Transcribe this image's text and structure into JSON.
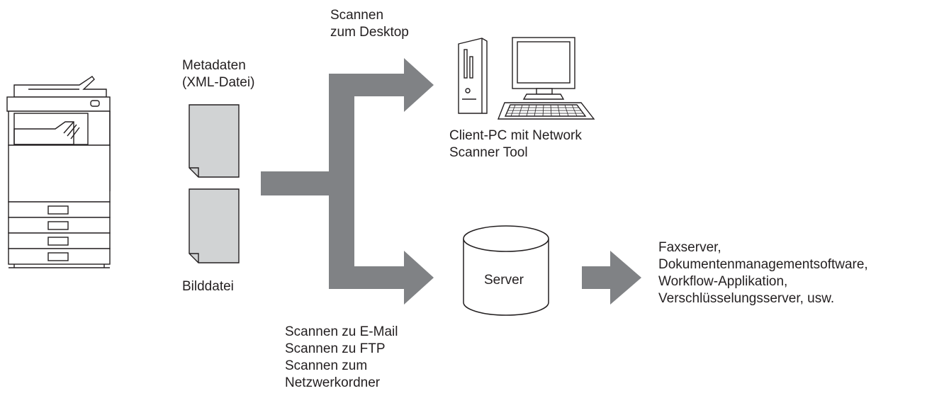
{
  "labels": {
    "desktop": [
      "Scannen",
      "zum Desktop"
    ],
    "metadata": [
      "Metadaten",
      "(XML-Datei)"
    ],
    "image_file": "Bilddatei",
    "client_pc": [
      "Client-PC mit Network",
      "Scanner Tool"
    ],
    "server": "Server",
    "scan_destinations": [
      "Scannen zu E-Mail",
      "Scannen zu FTP",
      "Scannen zum",
      "Netzwerkordner"
    ],
    "server_targets": [
      "Faxserver,",
      "Dokumentenmanagementsoftware,",
      "Workflow-Applikation,",
      "Verschlüsselungsserver, usw."
    ]
  },
  "colors": {
    "arrow": "#808285",
    "outline": "#231f20",
    "document_fill": "#d1d3d4",
    "background": "#ffffff"
  },
  "icons": [
    "multifunction-printer-icon",
    "document-icon",
    "desktop-computer-icon",
    "server-cylinder-icon",
    "arrow-icon"
  ]
}
